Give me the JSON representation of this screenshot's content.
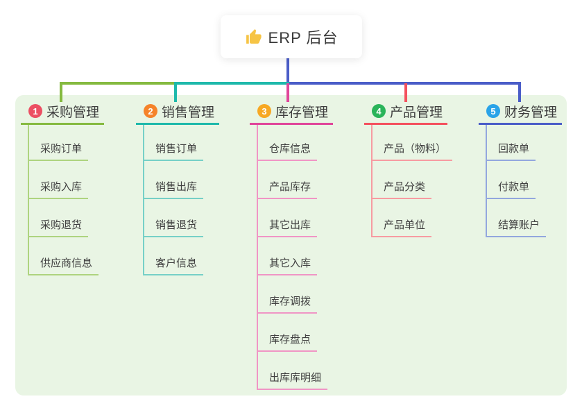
{
  "root": {
    "label": "ERP 后台",
    "icon": "thumbs-up"
  },
  "branches": [
    {
      "badge": "1",
      "label": "采购管理",
      "colors": {
        "badge": "#ec4f63",
        "line": "#85ba40",
        "child_line": "#aed47f"
      },
      "items": [
        "采购订单",
        "采购入库",
        "采购退货",
        "供应商信息"
      ]
    },
    {
      "badge": "2",
      "label": "销售管理",
      "colors": {
        "badge": "#f5832a",
        "line": "#1eb9ab",
        "child_line": "#76d0c7"
      },
      "items": [
        "销售订单",
        "销售出库",
        "销售退货",
        "客户信息"
      ]
    },
    {
      "badge": "3",
      "label": "库存管理",
      "colors": {
        "badge": "#f7a823",
        "line": "#e0459a",
        "child_line": "#f095c5"
      },
      "items": [
        "仓库信息",
        "产品库存",
        "其它出库",
        "其它入库",
        "库存调拨",
        "库存盘点",
        "出库库明细"
      ]
    },
    {
      "badge": "4",
      "label": "产品管理",
      "colors": {
        "badge": "#2ab45a",
        "line": "#f4515e",
        "child_line": "#f79ba1"
      },
      "items": [
        "产品（物料）",
        "产品分类",
        "产品单位"
      ]
    },
    {
      "badge": "5",
      "label": "财务管理",
      "colors": {
        "badge": "#2aa3e8",
        "line": "#4a5dc8",
        "child_line": "#93a7de"
      },
      "items": [
        "回款单",
        "付款单",
        "结算账户"
      ]
    }
  ],
  "canvas_background": "#e9f5e4"
}
